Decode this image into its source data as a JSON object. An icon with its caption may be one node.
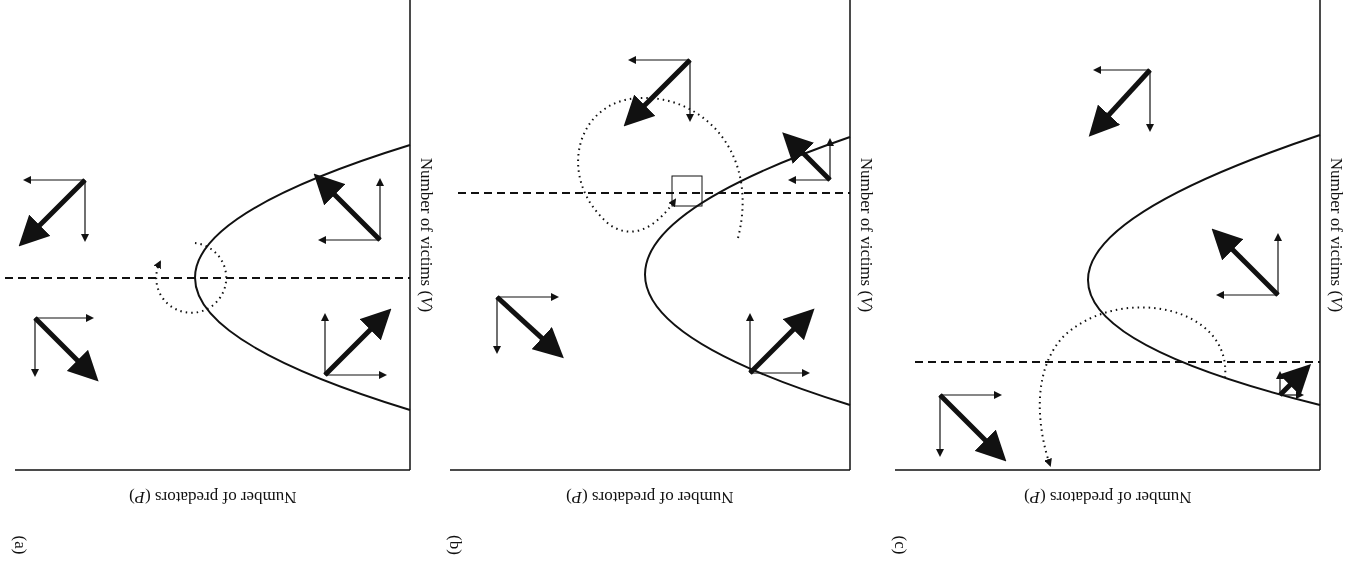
{
  "diagram": {
    "labels": [
      "(a)",
      "Number of predators (*P*)",
      "Number of victims (*V*)",
      "(b)",
      "Number of predators (*P*)",
      "Number of victims (*V*)",
      "(c)",
      "Number of predators (*P*)",
      "Number of victims (*V*)"
    ]
  }
}
